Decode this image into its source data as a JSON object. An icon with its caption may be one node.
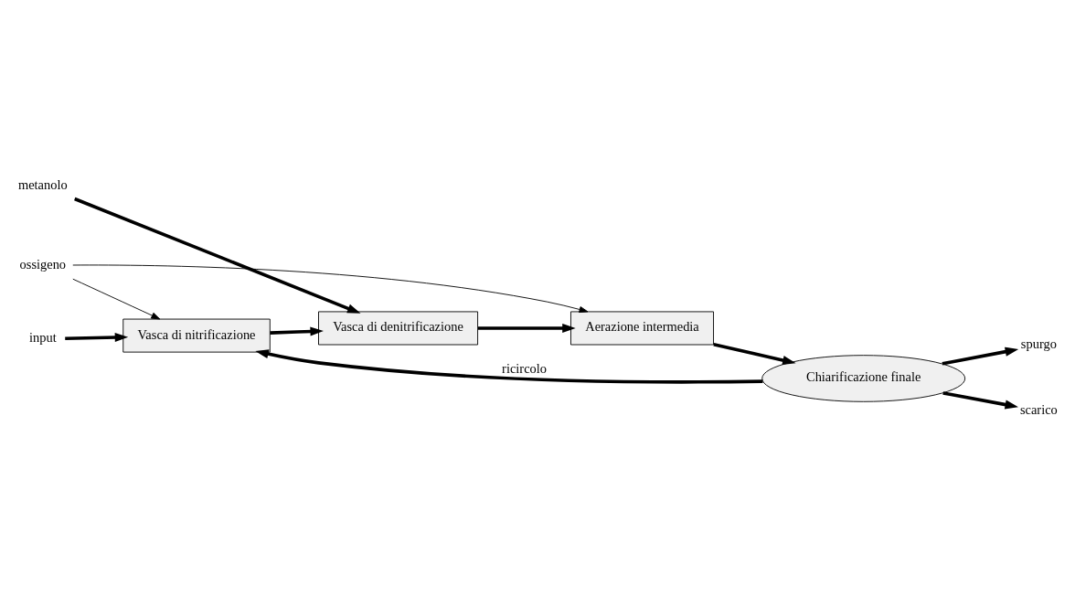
{
  "diagram": {
    "nodes": [
      {
        "text": [
          "ossigeno"
        ]
      },
      {
        "text": [
          "metanolo"
        ]
      },
      {
        "text": [
          "input"
        ]
      },
      {
        "text": [
          "Vasca di nitrificazione"
        ]
      },
      {
        "text": [
          "Vasca di denitrificazione"
        ]
      },
      {
        "text": [
          "Aerazione intermedia"
        ]
      },
      {
        "text": [
          "Chiarificazione finale"
        ]
      },
      {
        "text": [
          "spurgo"
        ]
      },
      {
        "text": [
          "scarico"
        ]
      }
    ],
    "edges": [
      {
        "from": 2,
        "to": 3,
        "arrow": "to"
      },
      {
        "from": 0,
        "to": 3,
        "arrow": "to"
      },
      {
        "from": 0,
        "to": 5,
        "arrow": "to"
      },
      {
        "from": 1,
        "to": 4,
        "arrow": "to"
      },
      {
        "from": 3,
        "to": 4,
        "arrow": "to"
      },
      {
        "from": 4,
        "to": 5,
        "arrow": "to"
      },
      {
        "from": 5,
        "to": 6,
        "arrow": "to"
      },
      {
        "from": 6,
        "to": 3,
        "label": "ricircolo",
        "arrow": "to"
      },
      {
        "from": 6,
        "to": 7,
        "arrow": "to"
      },
      {
        "from": 6,
        "to": 8,
        "arrow": "to"
      }
    ]
  }
}
